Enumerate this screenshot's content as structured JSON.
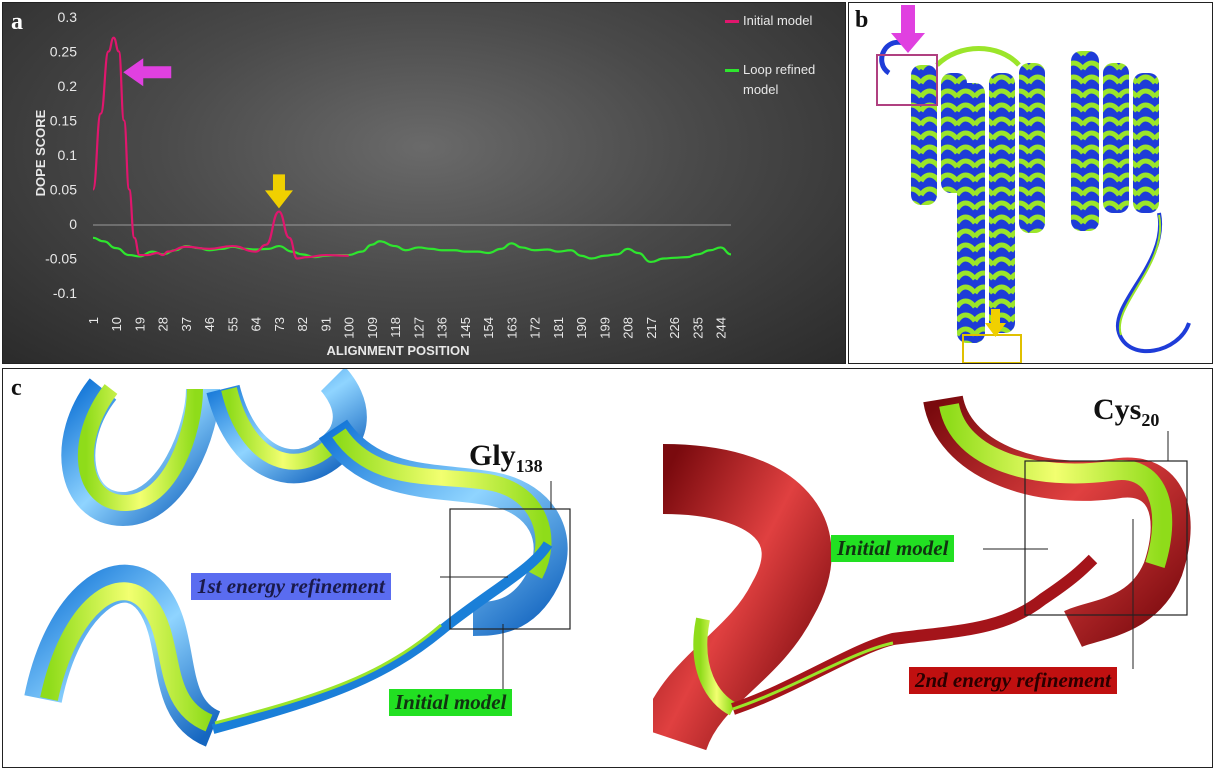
{
  "panels": {
    "a": {
      "letter": "a"
    },
    "b": {
      "letter": "b"
    },
    "c": {
      "letter": "c"
    }
  },
  "chart_data": {
    "type": "line",
    "xlabel": "ALIGNMENT POSITION",
    "ylabel": "DOPE SCORE",
    "x_tick_labels": [
      "1",
      "10",
      "19",
      "28",
      "37",
      "46",
      "55",
      "64",
      "73",
      "82",
      "91",
      "100",
      "109",
      "118",
      "127",
      "136",
      "145",
      "154",
      "163",
      "172",
      "181",
      "190",
      "199",
      "208",
      "217",
      "226",
      "235",
      "244"
    ],
    "y_tick_labels": [
      "0.3",
      "0.25",
      "0.2",
      "0.15",
      "0.1",
      "0.05",
      "0",
      "-0.05",
      "-0.1"
    ],
    "ylim": [
      -0.1,
      0.3
    ],
    "xlim": [
      1,
      248
    ],
    "grid": "none",
    "legend_placement": "right",
    "series": [
      {
        "name": "Initial model",
        "color": "#e0166d",
        "points": [
          [
            1,
            0.05
          ],
          [
            4,
            0.16
          ],
          [
            7,
            0.25
          ],
          [
            9,
            0.27
          ],
          [
            11,
            0.25
          ],
          [
            13,
            0.15
          ],
          [
            15,
            0.05
          ],
          [
            17,
            -0.02
          ],
          [
            19,
            -0.045
          ],
          [
            22,
            -0.045
          ],
          [
            26,
            -0.042
          ],
          [
            28,
            -0.045
          ],
          [
            30,
            -0.04
          ],
          [
            37,
            -0.033
          ],
          [
            46,
            -0.036
          ],
          [
            55,
            -0.032
          ],
          [
            64,
            -0.04
          ],
          [
            68,
            -0.03
          ],
          [
            73,
            0.018
          ],
          [
            77,
            -0.02
          ],
          [
            80,
            -0.05
          ],
          [
            84,
            -0.048
          ],
          [
            91,
            -0.045
          ],
          [
            100,
            -0.046
          ]
        ]
      },
      {
        "name": "Loop refined model",
        "color": "#2ee62e",
        "points": [
          [
            1,
            -0.02
          ],
          [
            5,
            -0.025
          ],
          [
            10,
            -0.035
          ],
          [
            15,
            -0.045
          ],
          [
            19,
            -0.047
          ],
          [
            24,
            -0.04
          ],
          [
            28,
            -0.044
          ],
          [
            33,
            -0.038
          ],
          [
            37,
            -0.032
          ],
          [
            42,
            -0.035
          ],
          [
            46,
            -0.038
          ],
          [
            51,
            -0.036
          ],
          [
            55,
            -0.033
          ],
          [
            60,
            -0.036
          ],
          [
            64,
            -0.037
          ],
          [
            69,
            -0.036
          ],
          [
            73,
            -0.032
          ],
          [
            78,
            -0.04
          ],
          [
            82,
            -0.044
          ],
          [
            87,
            -0.048
          ],
          [
            91,
            -0.046
          ],
          [
            96,
            -0.045
          ],
          [
            100,
            -0.045
          ],
          [
            105,
            -0.04
          ],
          [
            109,
            -0.03
          ],
          [
            112,
            -0.025
          ],
          [
            118,
            -0.032
          ],
          [
            122,
            -0.038
          ],
          [
            127,
            -0.034
          ],
          [
            132,
            -0.036
          ],
          [
            136,
            -0.038
          ],
          [
            141,
            -0.038
          ],
          [
            145,
            -0.04
          ],
          [
            150,
            -0.04
          ],
          [
            154,
            -0.042
          ],
          [
            159,
            -0.036
          ],
          [
            163,
            -0.028
          ],
          [
            167,
            -0.034
          ],
          [
            172,
            -0.038
          ],
          [
            177,
            -0.037
          ],
          [
            181,
            -0.04
          ],
          [
            186,
            -0.038
          ],
          [
            190,
            -0.046
          ],
          [
            194,
            -0.05
          ],
          [
            199,
            -0.046
          ],
          [
            204,
            -0.044
          ],
          [
            208,
            -0.036
          ],
          [
            212,
            -0.042
          ],
          [
            217,
            -0.055
          ],
          [
            222,
            -0.05
          ],
          [
            226,
            -0.049
          ],
          [
            231,
            -0.048
          ],
          [
            235,
            -0.044
          ],
          [
            240,
            -0.038
          ],
          [
            244,
            -0.034
          ],
          [
            248,
            -0.044
          ]
        ]
      }
    ],
    "annotations": [
      {
        "type": "arrow-left",
        "color": "#e040e0",
        "x": 22,
        "y": 0.22
      },
      {
        "type": "arrow-down",
        "color": "#f0d000",
        "x": 73,
        "y": 0.04
      }
    ]
  },
  "panel_c": {
    "left": {
      "residue": {
        "name": "Gly",
        "number": "138"
      },
      "callouts": [
        {
          "text": "1st energy refinement",
          "bg": "#4a5fe0",
          "fg": "#1a1a4a"
        },
        {
          "text": "Initial model",
          "bg": "#22e022",
          "fg": "#113311"
        }
      ]
    },
    "right": {
      "residue": {
        "name": "Cys",
        "number": "20"
      },
      "callouts": [
        {
          "text": "Initial model",
          "bg": "#22e022",
          "fg": "#113311"
        },
        {
          "text": "2nd energy refinement",
          "bg": "#c01010",
          "fg": "#2a0000"
        }
      ]
    }
  },
  "colors": {
    "initial_model": "#e0166d",
    "loop_refined": "#2ee62e",
    "ribbon_green": "#9be52a",
    "ribbon_blue": "#1e3cd8",
    "ribbon_sky": "#2a9fe6",
    "ribbon_red": "#a4141a",
    "arrow_magenta": "#e040e0",
    "arrow_yellow": "#f0d000"
  }
}
